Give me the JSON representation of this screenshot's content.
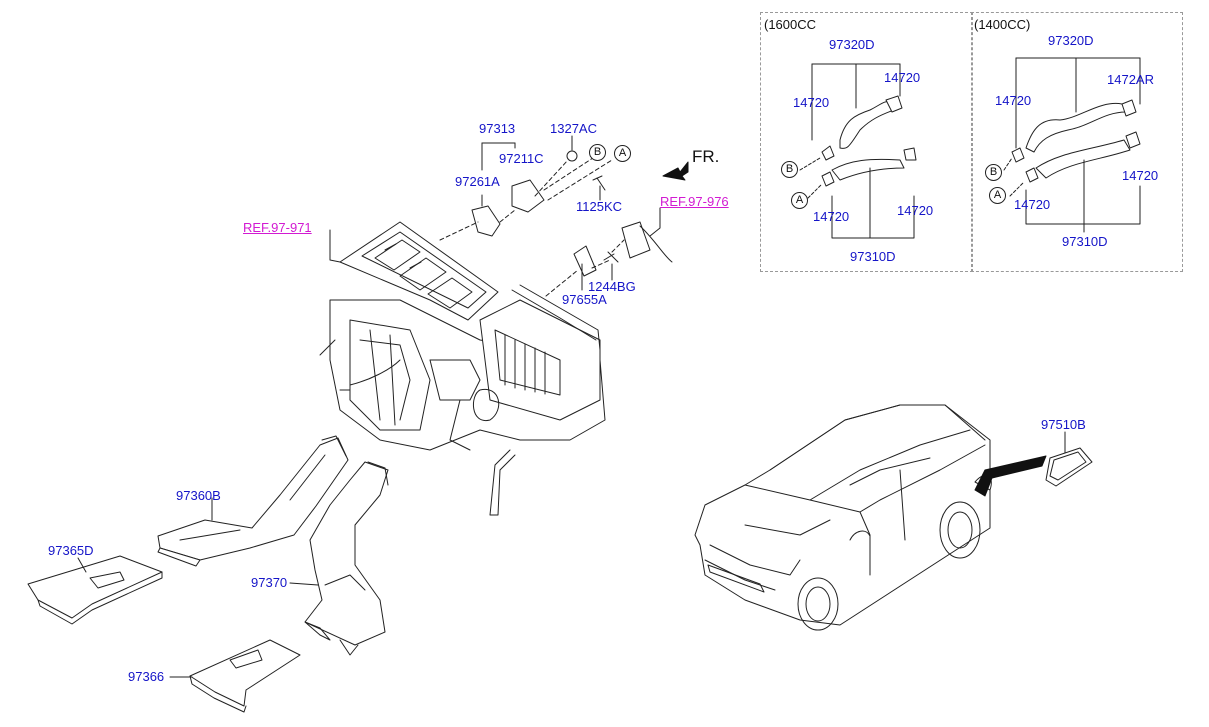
{
  "labels": {
    "p97313": "97313",
    "p1327AC": "1327AC",
    "p97211C": "97211C",
    "p97261A": "97261A",
    "p1125KC": "1125KC",
    "ref971": "REF.97-971",
    "ref976": "REF.97-976",
    "fr": "FR.",
    "p1244BG": "1244BG",
    "p97655A": "97655A",
    "p97360B": "97360B",
    "p97365D": "97365D",
    "p97370": "97370",
    "p97366": "97366",
    "p97510B": "97510B"
  },
  "inset_1600": {
    "title": "(1600CC",
    "top_part": "97320D",
    "hose_clip_tr": "14720",
    "hose_clip_tl": "14720",
    "hose_clip_bl": "14720",
    "hose_clip_br": "14720",
    "bottom_part": "97310D"
  },
  "inset_1400": {
    "title": "(1400CC)",
    "top_part": "97320D",
    "clip_tr": "1472AR",
    "hose_clip_tl": "14720",
    "hose_clip_br": "14720",
    "hose_clip_bl": "14720",
    "bottom_part": "97310D"
  },
  "markers": {
    "a": "A",
    "b": "B"
  },
  "colors": {
    "part_number": "#1515c8",
    "reference": "#d21ad2",
    "line": "#222222"
  }
}
